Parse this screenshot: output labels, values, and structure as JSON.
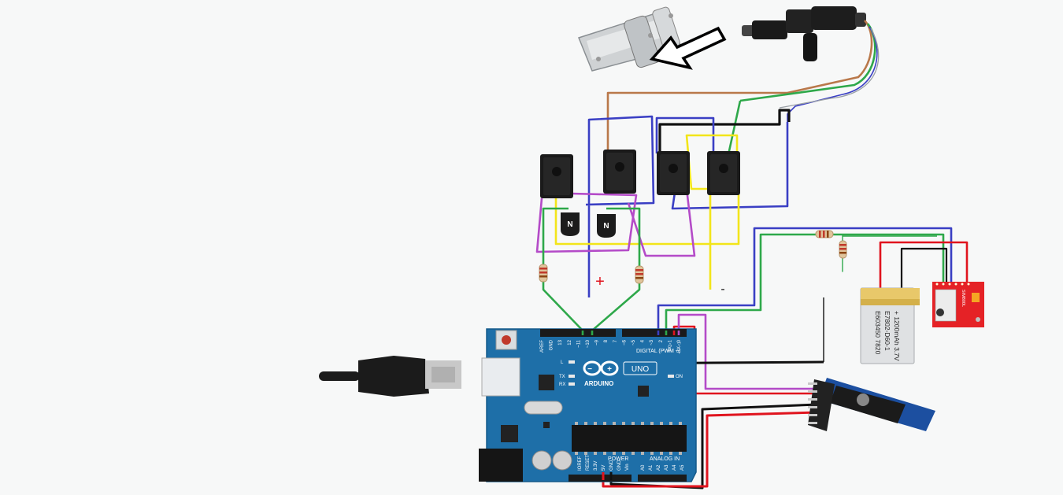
{
  "transistors": [
    {
      "label": "N"
    },
    {
      "label": "N"
    }
  ],
  "arduino": {
    "logo": "ARDUINO",
    "model": "UNO",
    "digital_header": "DIGITAL (PWM ~)",
    "power_header": "POWER",
    "analog_header": "ANALOG IN",
    "top_pins": [
      "AREF",
      "GND",
      "13",
      "12",
      "~11",
      "~10",
      "~9",
      "8",
      "7",
      "~6",
      "~5",
      "4",
      "~3",
      "2",
      "TX▷1",
      "RX◁0"
    ],
    "power_pins": [
      "IOREF",
      "RESET",
      "3.3V",
      "5V",
      "GND",
      "GND",
      "Vin"
    ],
    "analog_pins": [
      "A0",
      "A1",
      "A2",
      "A3",
      "A4",
      "A5"
    ],
    "led_l": "L",
    "led_tx": "TX",
    "led_rx": "RX",
    "led_on": "ON"
  },
  "battery": {
    "line1": "E603450 7820",
    "line2": "E7802-D60-1",
    "line3": "+ 1200mAh 3.7V"
  },
  "gsm_module": {
    "label": "SIM800L"
  },
  "markers": {
    "plus": "+",
    "minus": "-"
  },
  "colors": {
    "board": "#1e6fa8",
    "wire_red": "#e0141e",
    "wire_black": "#111111",
    "wire_blue": "#3a3fc4",
    "wire_green": "#2ea84a",
    "wire_yellow": "#f2e51a",
    "wire_purple": "#b44bc8",
    "wire_brown": "#b9784a",
    "gsm_red": "#e52226"
  }
}
